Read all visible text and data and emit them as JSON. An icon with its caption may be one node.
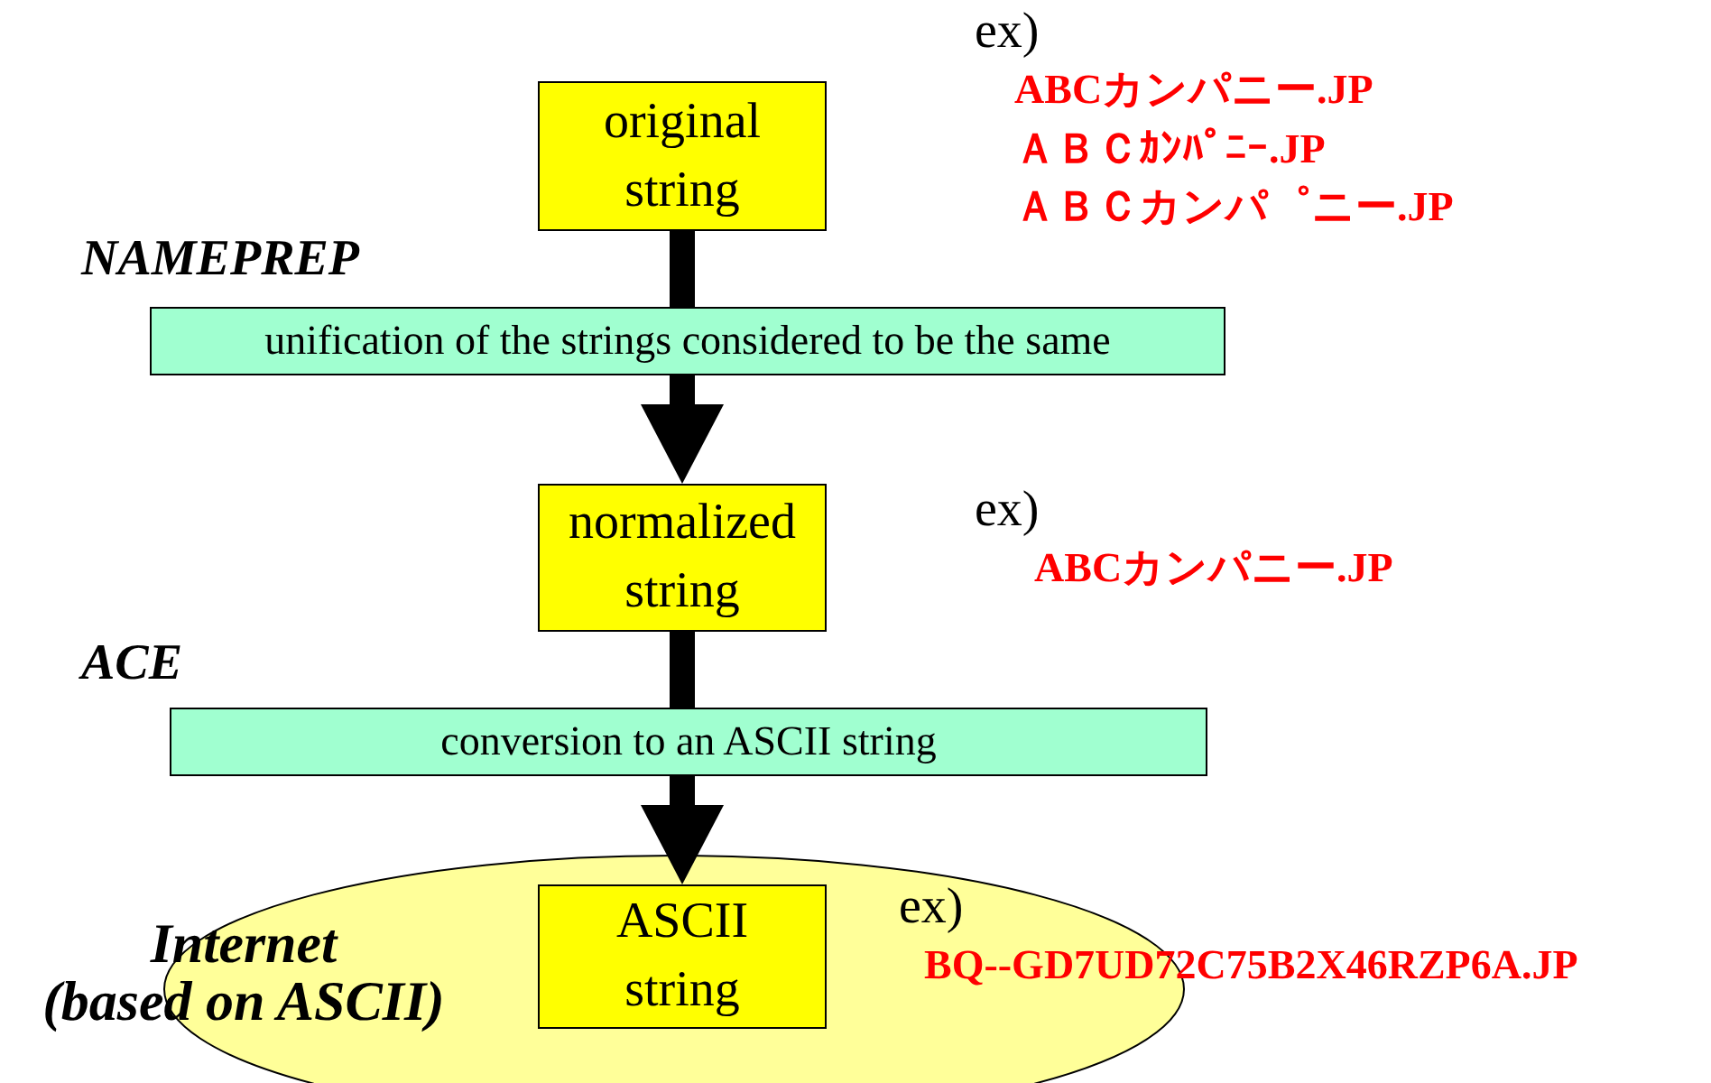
{
  "diagram": {
    "nodes": [
      {
        "text": [
          "original string"
        ],
        "beside": [
          "ex)",
          "ABCカンパニー.JP",
          "ＡＢＣｶﾝﾊﾟﾆｰ.JP",
          "ＡＢＣカンパ゜ニー.JP"
        ]
      },
      {
        "text": [
          "NAMEPREP",
          "unification of the strings considered to be the same"
        ]
      },
      {
        "text": [
          "normalized string"
        ],
        "beside": [
          "ex)",
          "ABCカンパニー.JP"
        ]
      },
      {
        "text": [
          "ACE",
          "conversion to an ASCII string"
        ]
      },
      {
        "text": [
          "Internet (based on ASCII)"
        ]
      },
      {
        "text": [
          "ASCII string"
        ],
        "in": 4,
        "beside": [
          "ex)",
          "BQ--GD7UD72C75B2X46RZP6A.JP"
        ]
      }
    ],
    "edges": [
      {
        "from": 0,
        "to": 1,
        "arrow": "none"
      },
      {
        "from": 1,
        "to": 2,
        "arrow": "to"
      },
      {
        "from": 2,
        "to": 3,
        "arrow": "none"
      },
      {
        "from": 3,
        "to": 5,
        "arrow": "to"
      }
    ]
  }
}
